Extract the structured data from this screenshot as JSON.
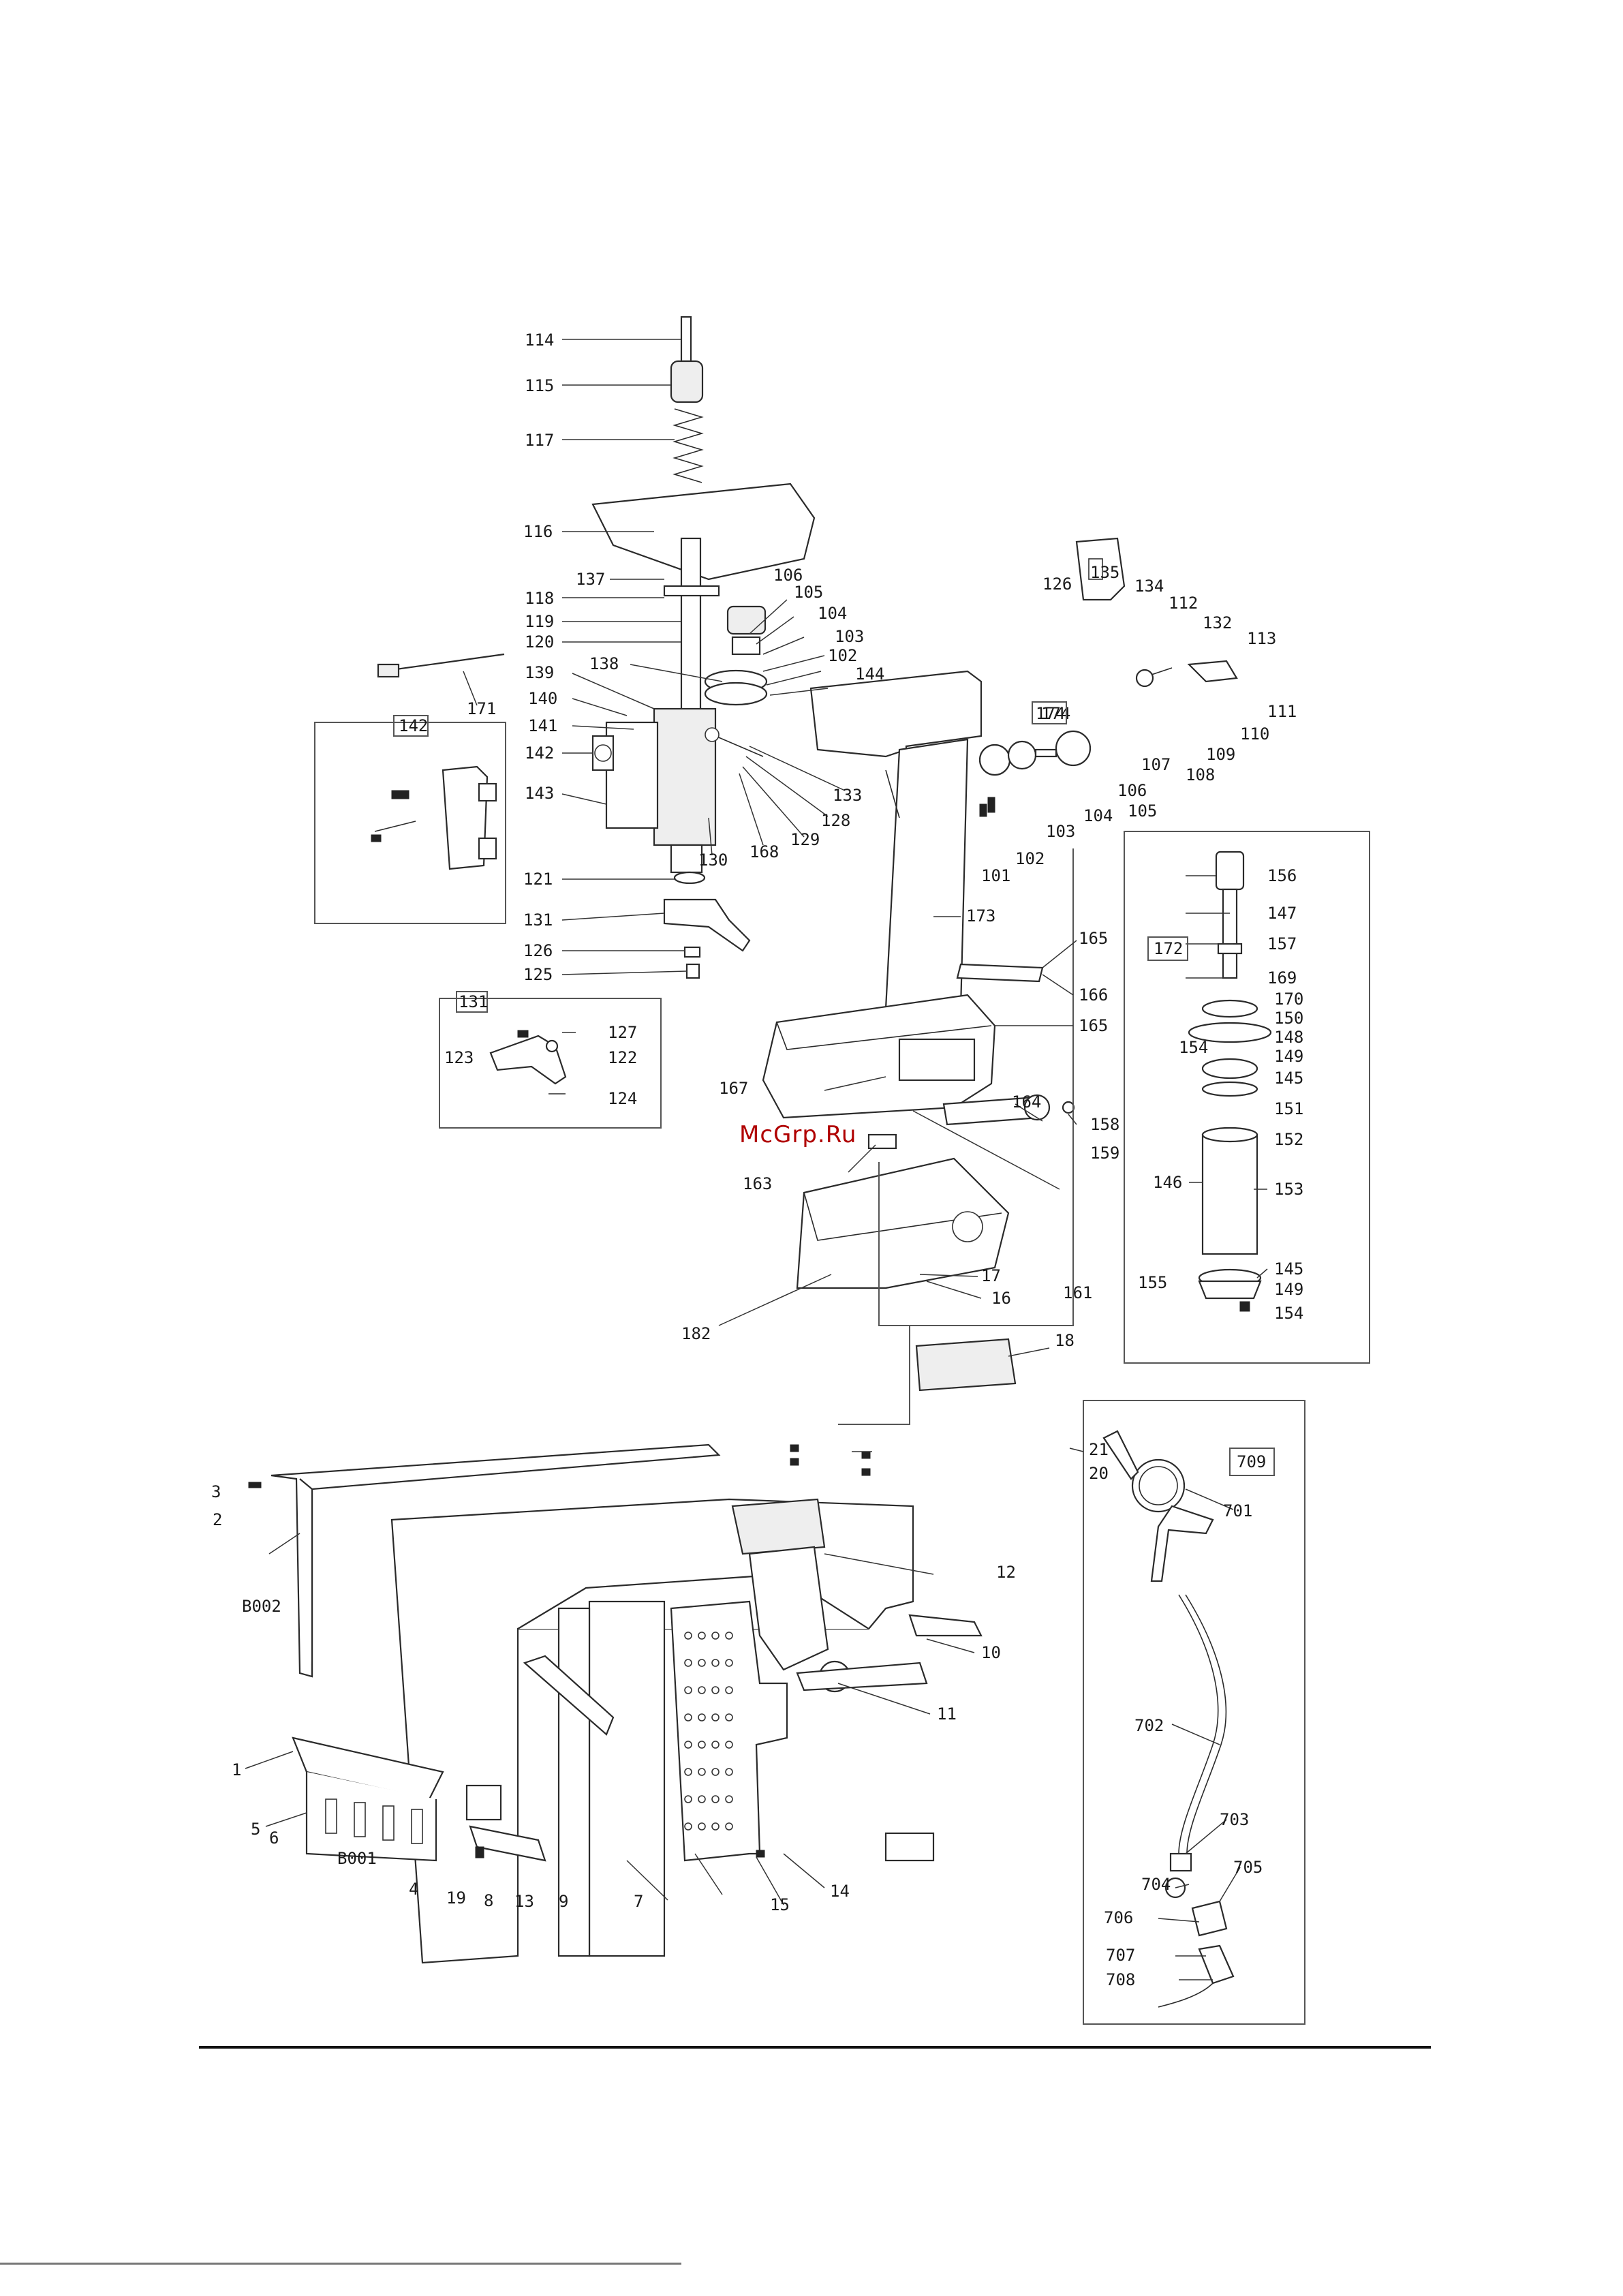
{
  "watermark": "McGrp.Ru",
  "callouts": [
    "114",
    "115",
    "117",
    "116",
    "137",
    "118",
    "119",
    "120",
    "139",
    "138",
    "140",
    "141",
    "142",
    "143",
    "106",
    "105",
    "104",
    "103",
    "102",
    "144",
    "171",
    "133",
    "128",
    "129",
    "168",
    "130",
    "121",
    "131",
    "126",
    "125",
    "127",
    "122",
    "123",
    "124",
    "174",
    "126",
    "135",
    "134",
    "112",
    "132",
    "113",
    "111",
    "110",
    "109",
    "108",
    "107",
    "106",
    "105",
    "104",
    "103",
    "102",
    "101",
    "173",
    "156",
    "147",
    "157",
    "169",
    "170",
    "150",
    "148",
    "149",
    "145",
    "151",
    "152",
    "146",
    "153",
    "145",
    "155",
    "149",
    "154",
    "154",
    "165",
    "166",
    "165",
    "167",
    "164",
    "158",
    "159",
    "163",
    "17",
    "16",
    "161",
    "182",
    "18",
    "21",
    "20",
    "12",
    "10",
    "11",
    "3",
    "2",
    "B002",
    "1",
    "5",
    "6",
    "B001",
    "4",
    "19",
    "8",
    "13",
    "9",
    "7",
    "15",
    "14",
    "701",
    "702",
    "703",
    "704",
    "705",
    "706",
    "707",
    "708"
  ],
  "boxes": {
    "box_142": "142",
    "box_131": "131",
    "box_172": "172",
    "box_709": "709",
    "box_174": "174"
  }
}
